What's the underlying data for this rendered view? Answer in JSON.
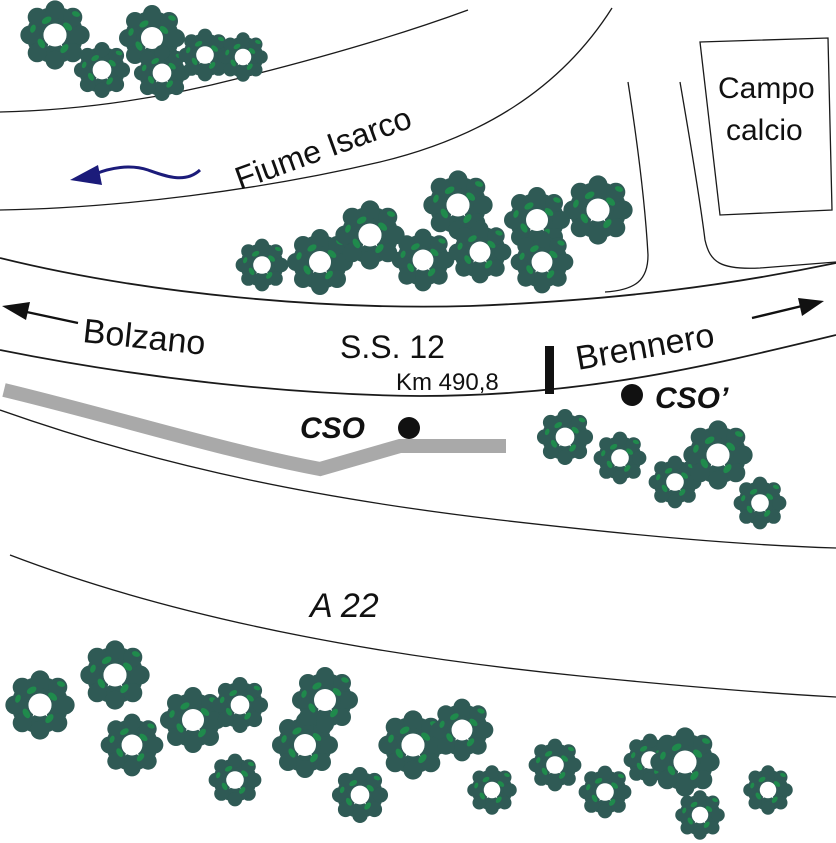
{
  "labels": {
    "river": "Fiume Isarco",
    "field_line1": "Campo",
    "field_line2": "calcio",
    "direction_west": "Bolzano",
    "road_name": "S.S. 12",
    "direction_east": "Brennero",
    "km_marker": "Km 490,8",
    "site_cso": "CSO",
    "site_cso_prime": "CSO’",
    "motorway": "A 22"
  },
  "colors": {
    "line": "#1a1a1a",
    "river_arrow": "#1b1b7a",
    "channel": "#a9a9a9",
    "tree_dark": "#2f5a55",
    "tree_light": "#1f8a4c",
    "marker": "#111111"
  },
  "icons": {
    "tree": "tree-icon",
    "flow_arrow": "river-flow-arrow-icon",
    "direction_arrow": "arrow-icon",
    "site_marker": "location-dot-icon"
  }
}
